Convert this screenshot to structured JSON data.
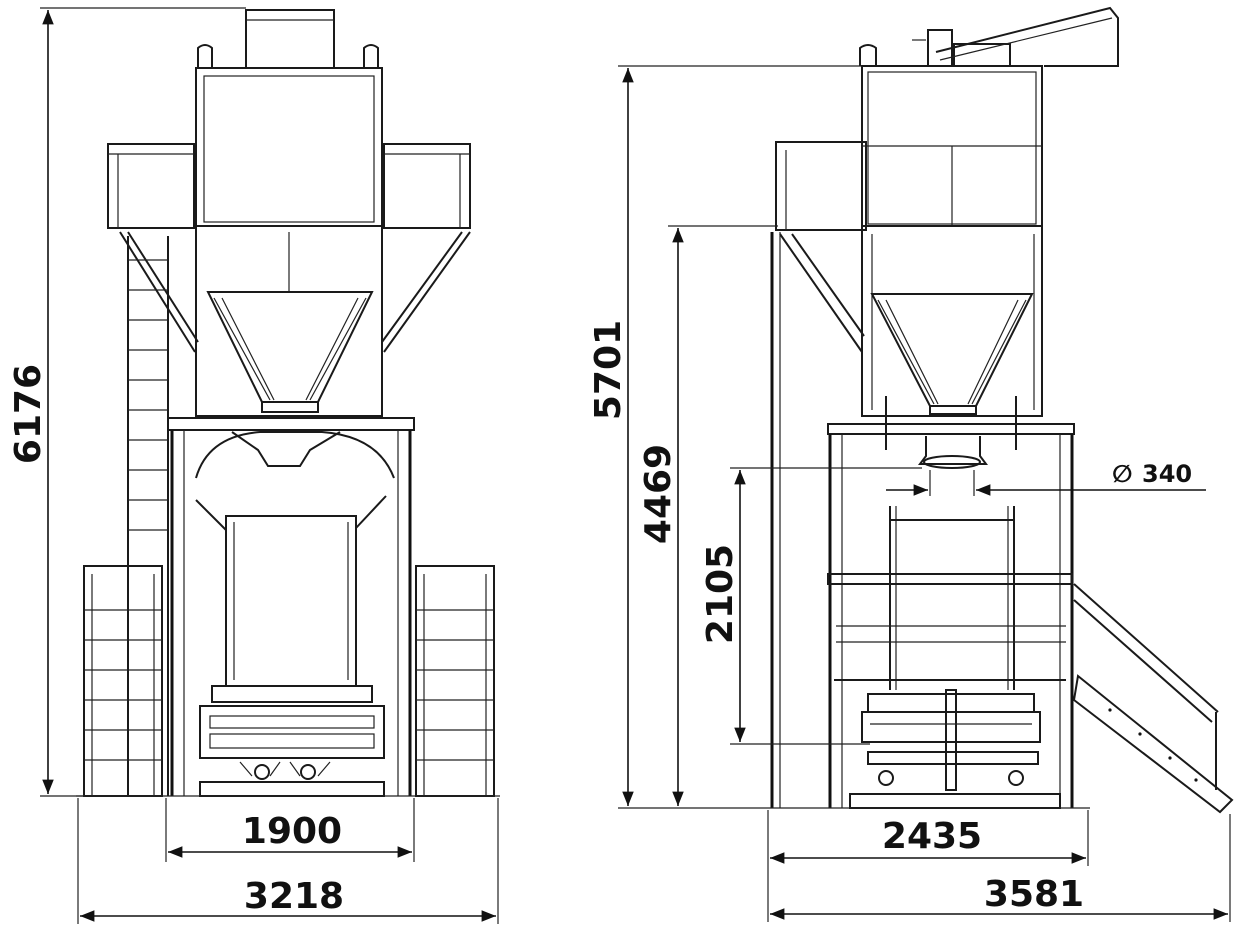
{
  "dimensions": {
    "front": {
      "total_height": "6176",
      "inner_width": "1900",
      "total_width": "3218"
    },
    "side": {
      "total_height": "5701",
      "platform_height": "4469",
      "discharge_height": "2105",
      "outlet_diameter": "340",
      "inner_width": "2435",
      "total_width": "3581"
    }
  },
  "symbols": {
    "diameter": "∅"
  }
}
